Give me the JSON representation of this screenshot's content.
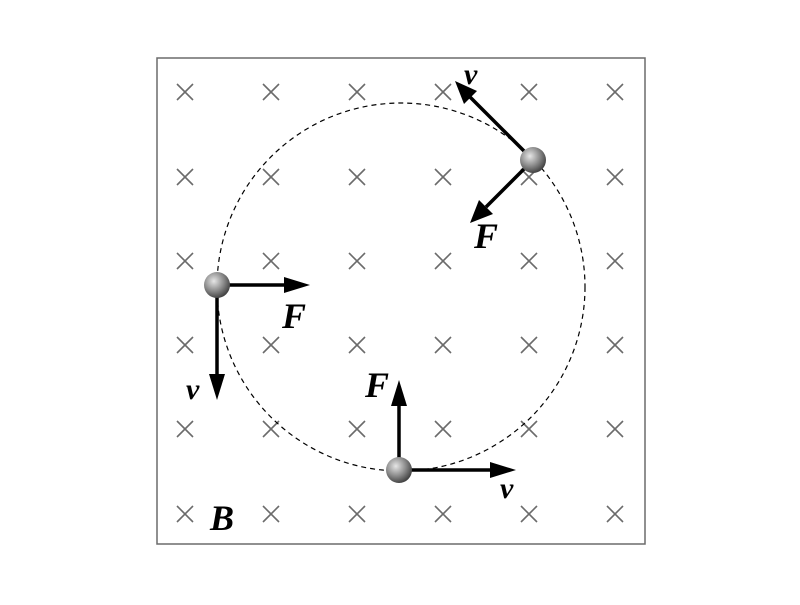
{
  "diagram": {
    "field_label": "B",
    "field_symbol": "×",
    "field_rows": 6,
    "field_cols": 6,
    "path_style": "dashed circle",
    "colors": {
      "border": "#6b6b6b",
      "field_marks": "#6b6b6b",
      "arrows": "#000000",
      "path": "#000000",
      "charge_light": "#d9d9d9",
      "charge_dark": "#3a3a3a"
    },
    "charges": [
      {
        "id": "left",
        "velocity_label": "v",
        "force_label": "F"
      },
      {
        "id": "bottom",
        "velocity_label": "v",
        "force_label": "F"
      },
      {
        "id": "top-right",
        "velocity_label": "v",
        "force_label": "F"
      }
    ]
  }
}
